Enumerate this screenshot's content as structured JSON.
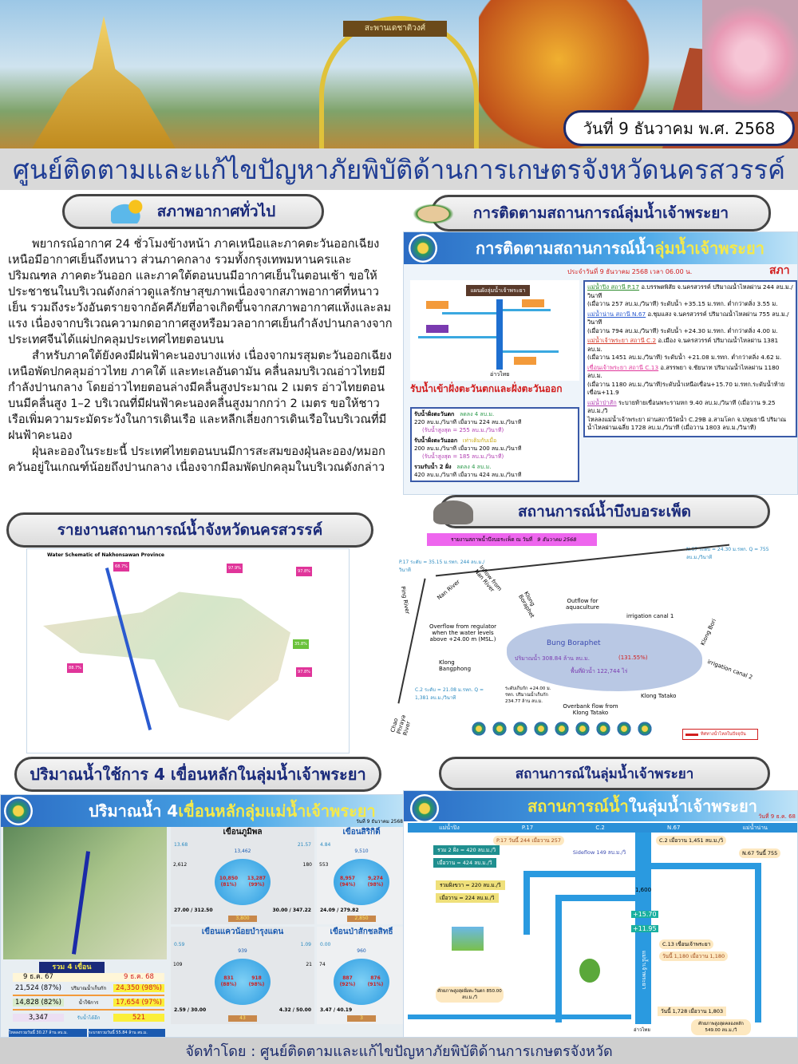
{
  "banner": {
    "sign": "สะพานเดชาติวงศ์",
    "date": "วันที่ 9 ธันวาคม พ.ศ. 2568"
  },
  "title": "ศูนย์ติดตามและแก้ไขปัญหาภัยพิบัติด้านการเกษตรจังหวัดนครสวรรค์",
  "weather": {
    "heading": "สภาพอากาศทั่วไป",
    "paragraphs": [
      "พยากรณ์อากาศ 24 ชั่วโมงข้างหน้า ภาคเหนือและภาคตะวันออกเฉียงเหนือมีอากาศเย็นถึงหนาว ส่วนภาคกลาง รวมทั้งกรุงเทพมหานครและปริมณฑล ภาคตะวันออก และภาคใต้ตอนบนมีอากาศเย็นในตอนเช้า ขอให้ประชาชนในบริเวณดังกล่าวดูแลรักษาสุขภาพเนื่องจากสภาพอากาศที่หนาวเย็น รวมถึงระวังอันตรายจากอัคคีภัยที่อาจเกิดขึ้นจากสภาพอากาศแห้งและลมแรง เนื่องจากบริเวณความกดอากาศสูงหรือมวลอากาศเย็นกำลังปานกลางจากประเทศจีนได้แผ่ปกคลุมประเทศไทยตอนบน",
      "สำหรับภาคใต้ยังคงมีฝนฟ้าคะนองบางแห่ง เนื่องจากมรสุมตะวันออกเฉียงเหนือพัดปกคลุมอ่าวไทย ภาคใต้ และทะเลอันดามัน คลื่นลมบริเวณอ่าวไทยมีกำลังปานกลาง โดยอ่าวไทยตอนล่างมีคลื่นสูงประมาณ 2 เมตร อ่าวไทยตอนบนมีคลื่นสูง 1–2 บริเวณที่มีฝนฟ้าคะนองคลื่นสูงมากกว่า 2 เมตร ขอให้ชาวเรือเพิ่มความระมัดระวังในการเดินเรือ และหลีกเลี่ยงการเดินเรือในบริเวณที่มีฝนฟ้าคะนอง",
      "ฝุ่นละอองในระยะนี้ ประเทศไทยตอนบนมีการสะสมของฝุ่นละออง/หมอกควันอยู่ในเกณฑ์น้อยถึงปานกลาง เนื่องจากมีลมพัดปกคลุมในบริเวณดังกล่าว"
    ]
  },
  "chao_phraya_monitor": {
    "heading": "การติดตามสถานการณ์ลุ่มน้ำเจ้าพระยา",
    "panel_title_a": "การติดตามสถานการณ์น้ำ",
    "panel_title_b": "ลุ่มน้ำเจ้าพระยา",
    "date_line": "ประจำวันที่ 9 ธันวาคม 2568 เวลา 06.00 น.",
    "side_label": "สภา",
    "diagram_title": "แผนผังลุ่มน้ำเจ้าพระยา",
    "river_mouth": "อ่าวไทย",
    "stations": [
      {
        "name": "แม่น้ำปิง สถานี P.17",
        "text": "อ.บรรพตพิสัย จ.นครสวรรค์ ปริมาณน้ำไหลผ่าน 244 ลบ.ม./วินาที",
        "text2": "(เมื่อวาน 257 ลบ.ม./วินาที) ระดับน้ำ +35.15 ม.รทก. ต่ำกว่าตลิ่ง 3.55 ม."
      },
      {
        "name": "แม่น้ำน่าน สถานี N.67",
        "text": "อ.ชุมแสง จ.นครสวรรค์ ปริมาณน้ำไหลผ่าน 755 ลบ.ม./วินาที",
        "text2": "(เมื่อวาน 794 ลบ.ม./วินาที) ระดับน้ำ +24.30 ม.รทก. ต่ำกว่าตลิ่ง 4.00 ม."
      },
      {
        "name": "แม่น้ำเจ้าพระยา สถานี C.2",
        "text": "อ.เมือง จ.นครสวรรค์ ปริมาณน้ำไหลผ่าน 1381 ลบ.ม.",
        "text2": "(เมื่อวาน 1451 ลบ.ม./วินาที) ระดับน้ำ +21.08 ม.รทก. ต่ำกว่าตลิ่ง 4.62 ม."
      },
      {
        "name": "เขื่อนเจ้าพระยา สถานี C.13",
        "text": "อ.สรรพยา จ.ชัยนาท ปริมาณน้ำไหลผ่าน 1180 ลบ.ม.",
        "text2": "(เมื่อวาน 1180 ลบ.ม./วินาที)ระดับน้ำเหนือเขื่อน+15.70 ม.รทก.ระดับน้ำท้ายเขื่อน+11.9"
      },
      {
        "name": "แม่น้ำป่าสัก",
        "text": "ระบายท้ายเขื่อนพระรามหก 9.40 ลบ.ม./วินาที (เมื่อวาน 9.25 ลบ.ม./วิ",
        "text2": "ไหลลงแม่น้ำเจ้าพระยา ผ่านสถานีวัดน้ำ C.29B อ.สามโคก จ.ปทุมธานี ปริมาณน้ำไหลผ่านเฉลี่ย 1728 ลบ.ม./วินาที (เมื่อวาน 1803 ลบ.ม./วินาที)"
      }
    ],
    "intake_title": "รับน้ำเข้าฝั่งตะวันตกและฝั่งตะวันออก",
    "intake": [
      {
        "label": "รับน้ำฝั่งตะวันตก",
        "value": "220 ลบ.ม./วินาที เมื่อวาน 224 ลบ.ม./วินาที",
        "change": "ลดลง 4 ลบ.ม.",
        "max": "(รับน้ำสูงสุด = 255 ลบ.ม./วินาที)"
      },
      {
        "label": "รับน้ำฝั่งตะวันออก",
        "value": "200 ลบ.ม./วินาที เมื่อวาน 200 ลบ.ม./วินาที",
        "change": "เท่าเดิมกับเมื่อ",
        "max": "(รับน้ำสูงสุด = 185 ลบ.ม./วินาที)"
      },
      {
        "label": "รวมรับน้ำ 2 ฝั่ง",
        "value": "420 ลบ.ม./วินาที เมื่อวาน 424 ลบ.ม./วินาที",
        "change": "ลดลง 4 ลบ.ม.",
        "max": ""
      }
    ]
  },
  "province_report": {
    "heading": "รายงานสถานการณ์น้ำจังหวัดนครสวรรค์",
    "map_title": "Water Schematic of Nakhonsawan Province",
    "badges": [
      "68.7%",
      "97.9%",
      "97.8%",
      "35.8%",
      "88.7%",
      "97.8%"
    ]
  },
  "boraphet": {
    "heading": "สถานการณ์น้ำบึงบอระเพ็ด",
    "report_line": "รายงานสภาพน้ำบึงบอระเพ็ด ณ วันที่",
    "report_date": "9 ธันวาคม 2568",
    "p17": "P.17 ระดับ = 35.15 ม.รทก. 244 ลบ.ม./วินาที",
    "n67": "N.67 ระดับ = 24.30 ม.รทก. Q = 755 ลบ.ม./วินาที",
    "c2": "C.2 ระดับ = 21.08 ม.รทก. Q = 1,381 ลบ.ม./วินาที",
    "lake": "Bung Boraphet",
    "volume": "ปริมาณน้ำ 308.84 ล้าน ลบ.ม.",
    "percent": "(131.55%)",
    "area": "พื้นที่ผิวน้ำ 122,744 ไร่",
    "labels": [
      "Ping River",
      "Nan River",
      "Inflow from Nan River",
      "Klong Boraphet",
      "Overflow from regulator when the water levels above +24.00 m (MSL.)",
      "Outflow for aquaculture",
      "Klong Bangphong",
      "Chao Phraya River",
      "irrigation canal 1",
      "irrigation canal 2",
      "Klong Tatako",
      "Overbank flow from Klong Tatako",
      "Klong Bori"
    ],
    "storage": "ระดับเก็บกัก +24.00 ม. รทก. ปริมาณน้ำเก็บกัก 234.77 ล้าน ลบ.ม.",
    "legend": "ทิศทางน้ำไหลในปัจจุบัน"
  },
  "dams": {
    "heading": "ปริมาณน้ำใช้การ 4 เขื่อนหลักในลุ่มน้ำเจ้าพระยา",
    "panel_title_a": "ปริมาณน้ำ 4 ",
    "panel_title_b": "เขื่อนหลักลุ่มแม่น้ำเจ้าพระยา",
    "date": "วันที่ 9 ธันวาคม 2568",
    "total_label": "รวม 4 เขื่อน",
    "col_prev": "9 ธ.ค. 67",
    "col_now": "9 ธ.ค. 68",
    "rows": [
      {
        "label": "ปริมาณน้ำเก็บกัก",
        "prev": "21,524 (87%)",
        "now": "24,350 (98%)"
      },
      {
        "label": "น้ำใช้การ",
        "prev": "14,828 (82%)",
        "now": "17,654 (97%)"
      },
      {
        "label": "รับน้ำได้อีก",
        "prev": "3,347",
        "now": "521"
      }
    ],
    "inflow_total": "ไหลลงรวมวันนี้ 30.27 ล้าน ลบ.ม.",
    "release_total": "ระบายรวมวันนี้ 55.84 ล้าน ลบ.ม.",
    "list": [
      {
        "name": "เขื่อนภูมิพล",
        "in67": "13.68",
        "in68": "21.57",
        "cap": "13,462",
        "prev": "10,850 (81%)",
        "now": "13,287 (99%)",
        "room_prev": "2,612",
        "room_now": "180",
        "rel_prev": "27.00 / 312.50",
        "rel_now": "30.00 / 347.22",
        "dead": "3,800"
      },
      {
        "name": "เขื่อนสิริกิติ์",
        "in67": "4.84",
        "in68": "",
        "cap": "9,510",
        "prev": "8,957 (94%)",
        "now": "9,274 (98%)",
        "room_prev": "553",
        "room_now": "",
        "rel_prev": "24.09 / 279.82",
        "rel_now": "",
        "dead": "2,850"
      },
      {
        "name": "เขื่อนแควน้อยบำรุงแดน",
        "in67": "0.59",
        "in68": "1.09",
        "cap": "939",
        "prev": "831 (88%)",
        "now": "918 (98%)",
        "room_prev": "109",
        "room_now": "21",
        "rel_prev": "2.59 / 30.00",
        "rel_now": "4.32 / 50.00",
        "dead": "43"
      },
      {
        "name": "เขื่อนป่าสักชลสิทธิ์",
        "in67": "0.00",
        "in68": "",
        "cap": "960",
        "prev": "887 (92%)",
        "now": "876 (91%)",
        "room_prev": "74",
        "room_now": "",
        "rel_prev": "3.47 / 40.19",
        "rel_now": "",
        "dead": "3"
      }
    ]
  },
  "basin": {
    "heading": "สถานการณ์ในลุ่มน้ำเจ้าพระยา",
    "panel_title_a": "สถานการณ์น้ำ",
    "panel_title_b": "ในลุ่มน้ำเจ้าพระยา",
    "date": "วันที่ 9 ธ.ค. 68",
    "rivers": [
      "แม่น้ำปิง",
      "P.17",
      "C.2",
      "N.67",
      "แม่น้ำน่าน"
    ],
    "p17": "P.17 วันนี้ 244 เมื่อวาน 257",
    "sideflow": "Sideflow 149 ลบ.ม./วิ",
    "c2": "C.2 เมื่อวาน 1,451 ลบ.ม./วิ",
    "n67": "N.67 วันนี้ 755",
    "west": "รวม 2 ฝั่ง = 420 ลบ.ม./วิ",
    "west_prev": "เมื่อวาน = 424 ลบ.ม./วิ",
    "west_right": "รวมฝั่งขวา = 220 ลบ.ม./วิ",
    "west_right_prev": "เมื่อวาน = 224 ลบ.ม./วิ",
    "c13": "C.13 เขื่อนเจ้าพระยา",
    "c13_flow": "วันนี้ 1,180 เมื่อวาน 1,180",
    "up": "+15.70",
    "down": "+11.95",
    "weir": "1,600",
    "c29": "วันนี้ 1,728 เมื่อวาน 1,803",
    "sea": "อ่าวไทย",
    "river": "แม่น้ำเจ้าพระยา",
    "cap_west": "ศักยภาพสูงสุดฝั่งตะวันตก 850.00 ลบ.ม./วิ",
    "cap_sea": "ศักยภาพสูงสุดคลองหลัก 549.00 ลบ.ม./วิ"
  },
  "footer": "จัดทำโดย : ศูนย์ติดตามและแก้ไขปัญหาภัยพิบัติด้านการเกษตรจังหวัด",
  "colors": {
    "title_blue": "#1e3c94",
    "panel_blue": "#2b6cc4",
    "alert_red": "#d21e1e",
    "badge_magenta": "#e0359a"
  }
}
